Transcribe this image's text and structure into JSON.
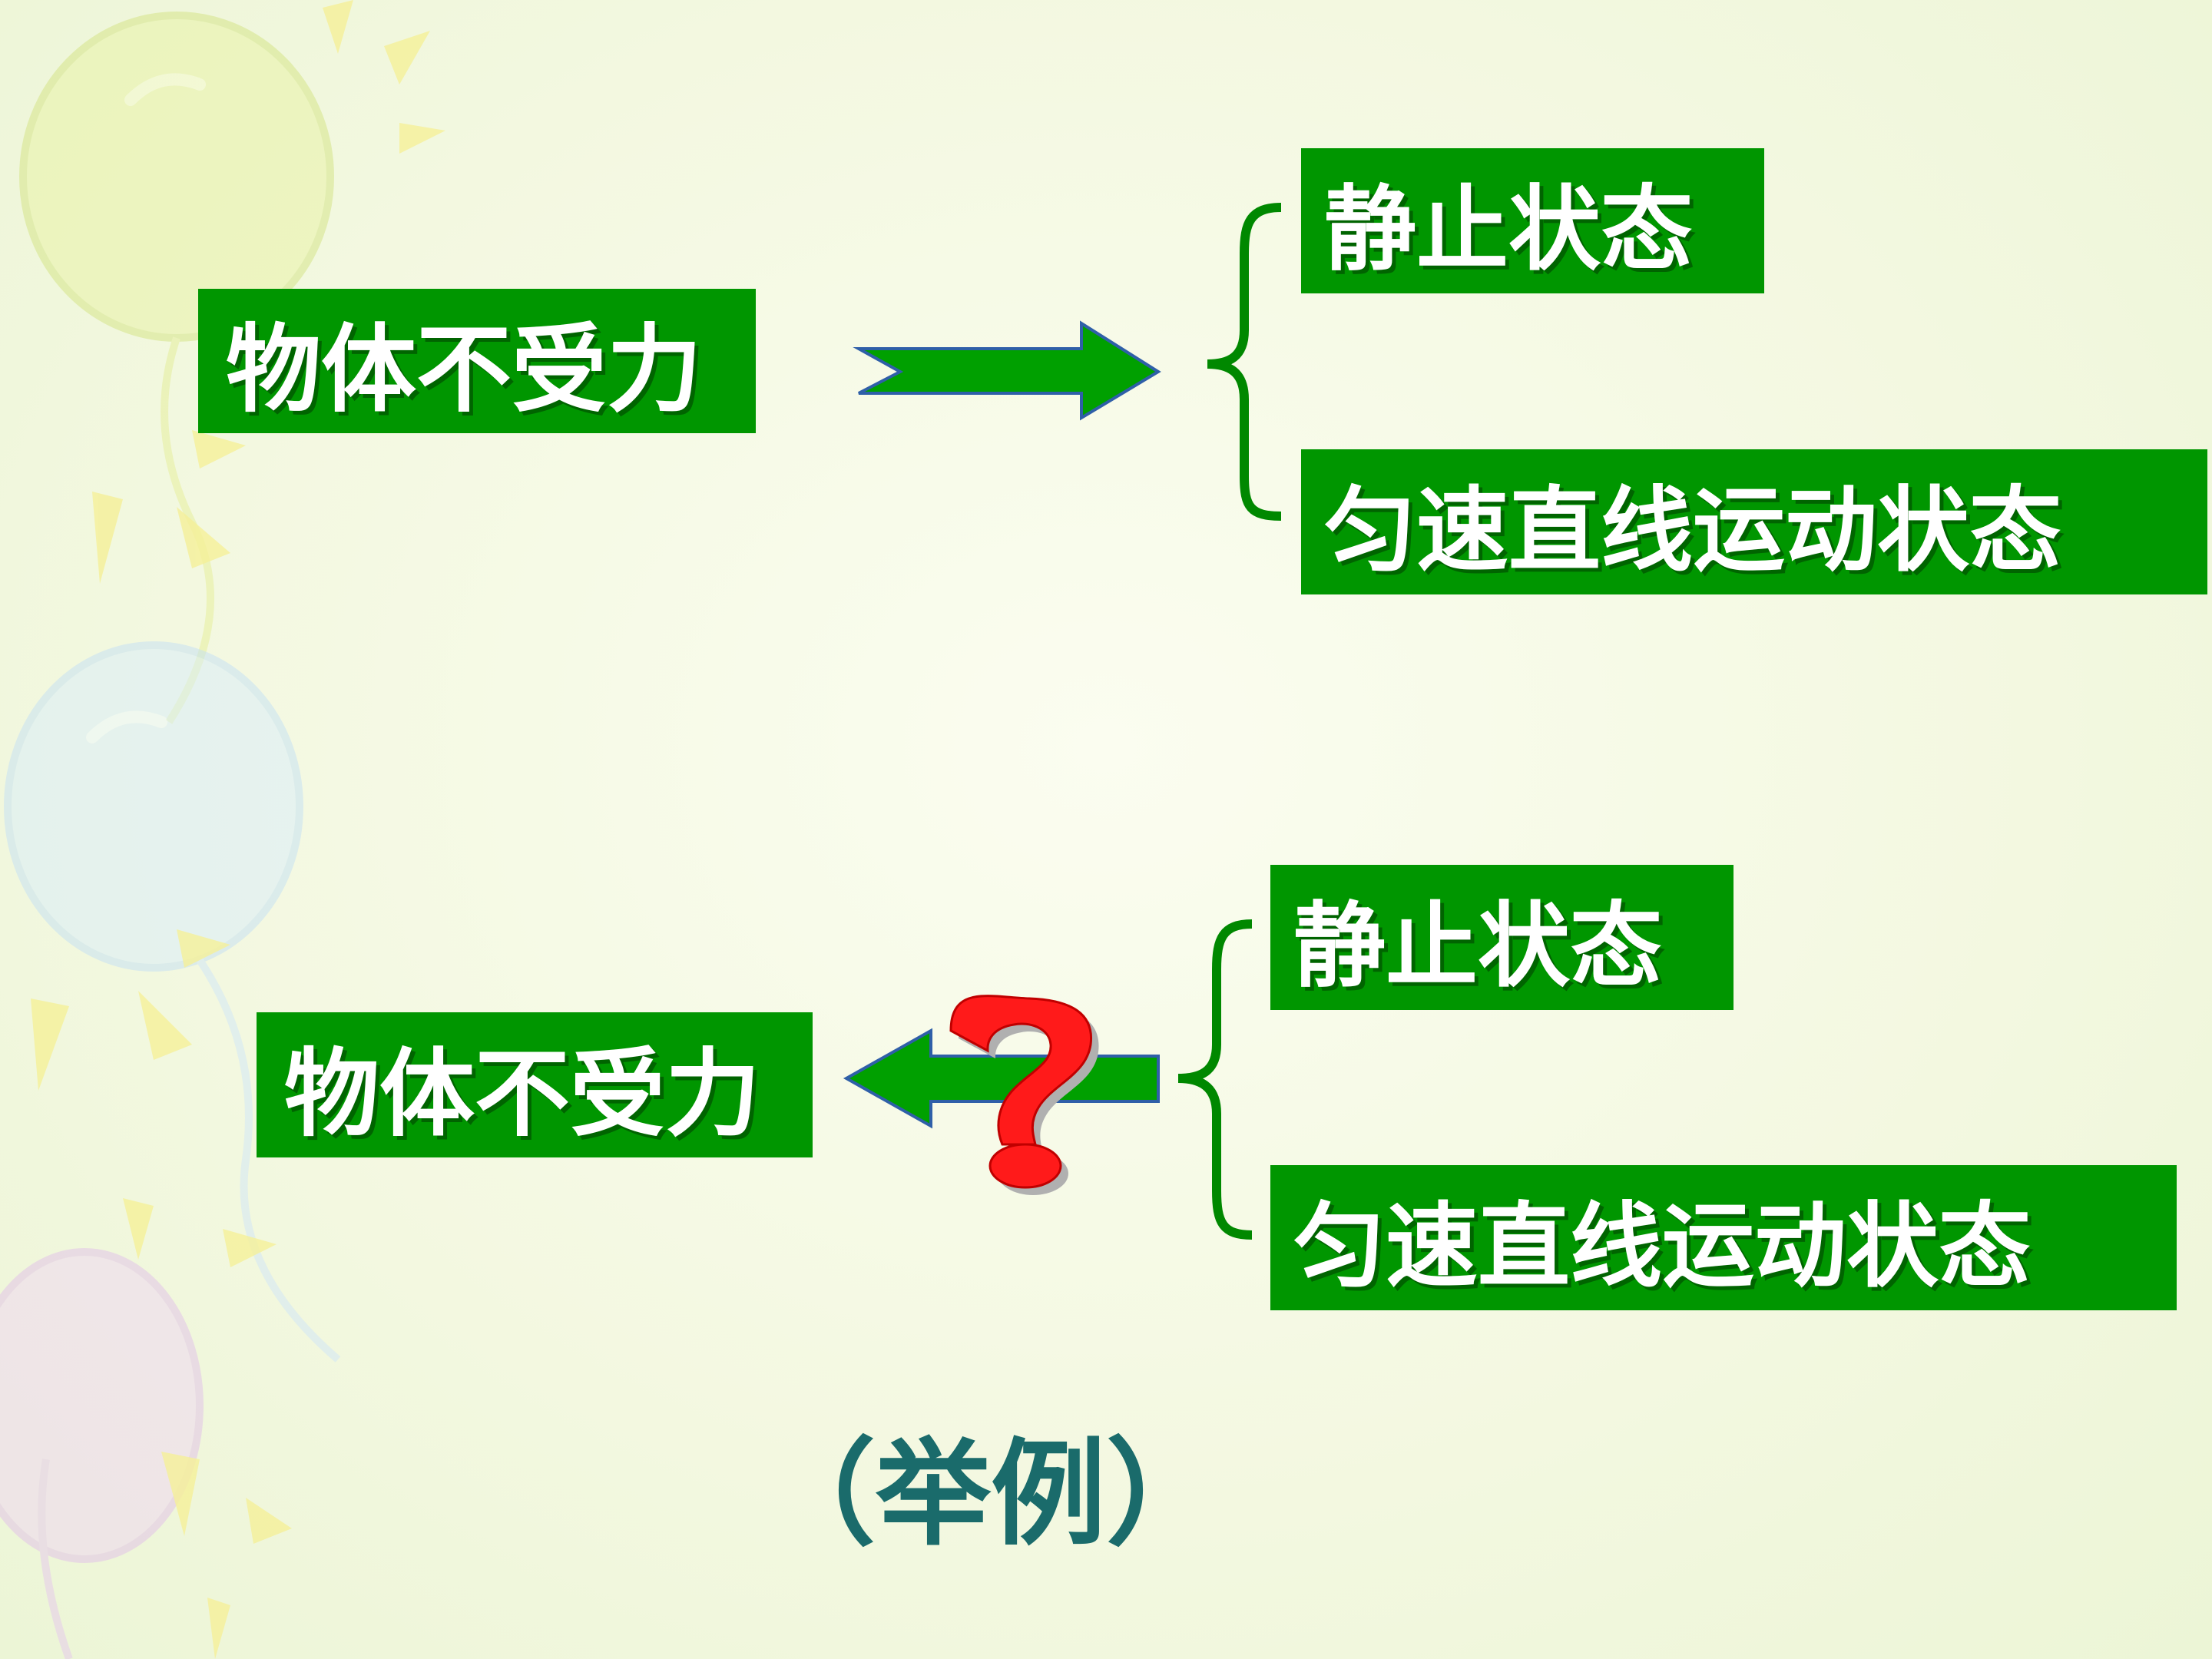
{
  "top": {
    "source": "物体不受力",
    "state_static": "静止状态",
    "state_uniform": "匀速直线运动状态"
  },
  "bottom": {
    "source": "物体不受力",
    "state_static": "静止状态",
    "state_uniform": "匀速直线运动状态"
  },
  "footer": {
    "example": "（举例）"
  },
  "colors": {
    "box_fill": "#009600",
    "box_text": "#ffffff",
    "arrow_fill": "#00a000",
    "arrow_outline": "#2f5fa8",
    "brace": "#008800",
    "question_mark": "#ff1a1a",
    "example_text": "#1a6b6b"
  },
  "icons": {
    "top_arrow": "right-arrow-icon",
    "bottom_arrow": "left-arrow-icon",
    "question": "question-mark-icon",
    "balloons": "balloon-icon"
  }
}
